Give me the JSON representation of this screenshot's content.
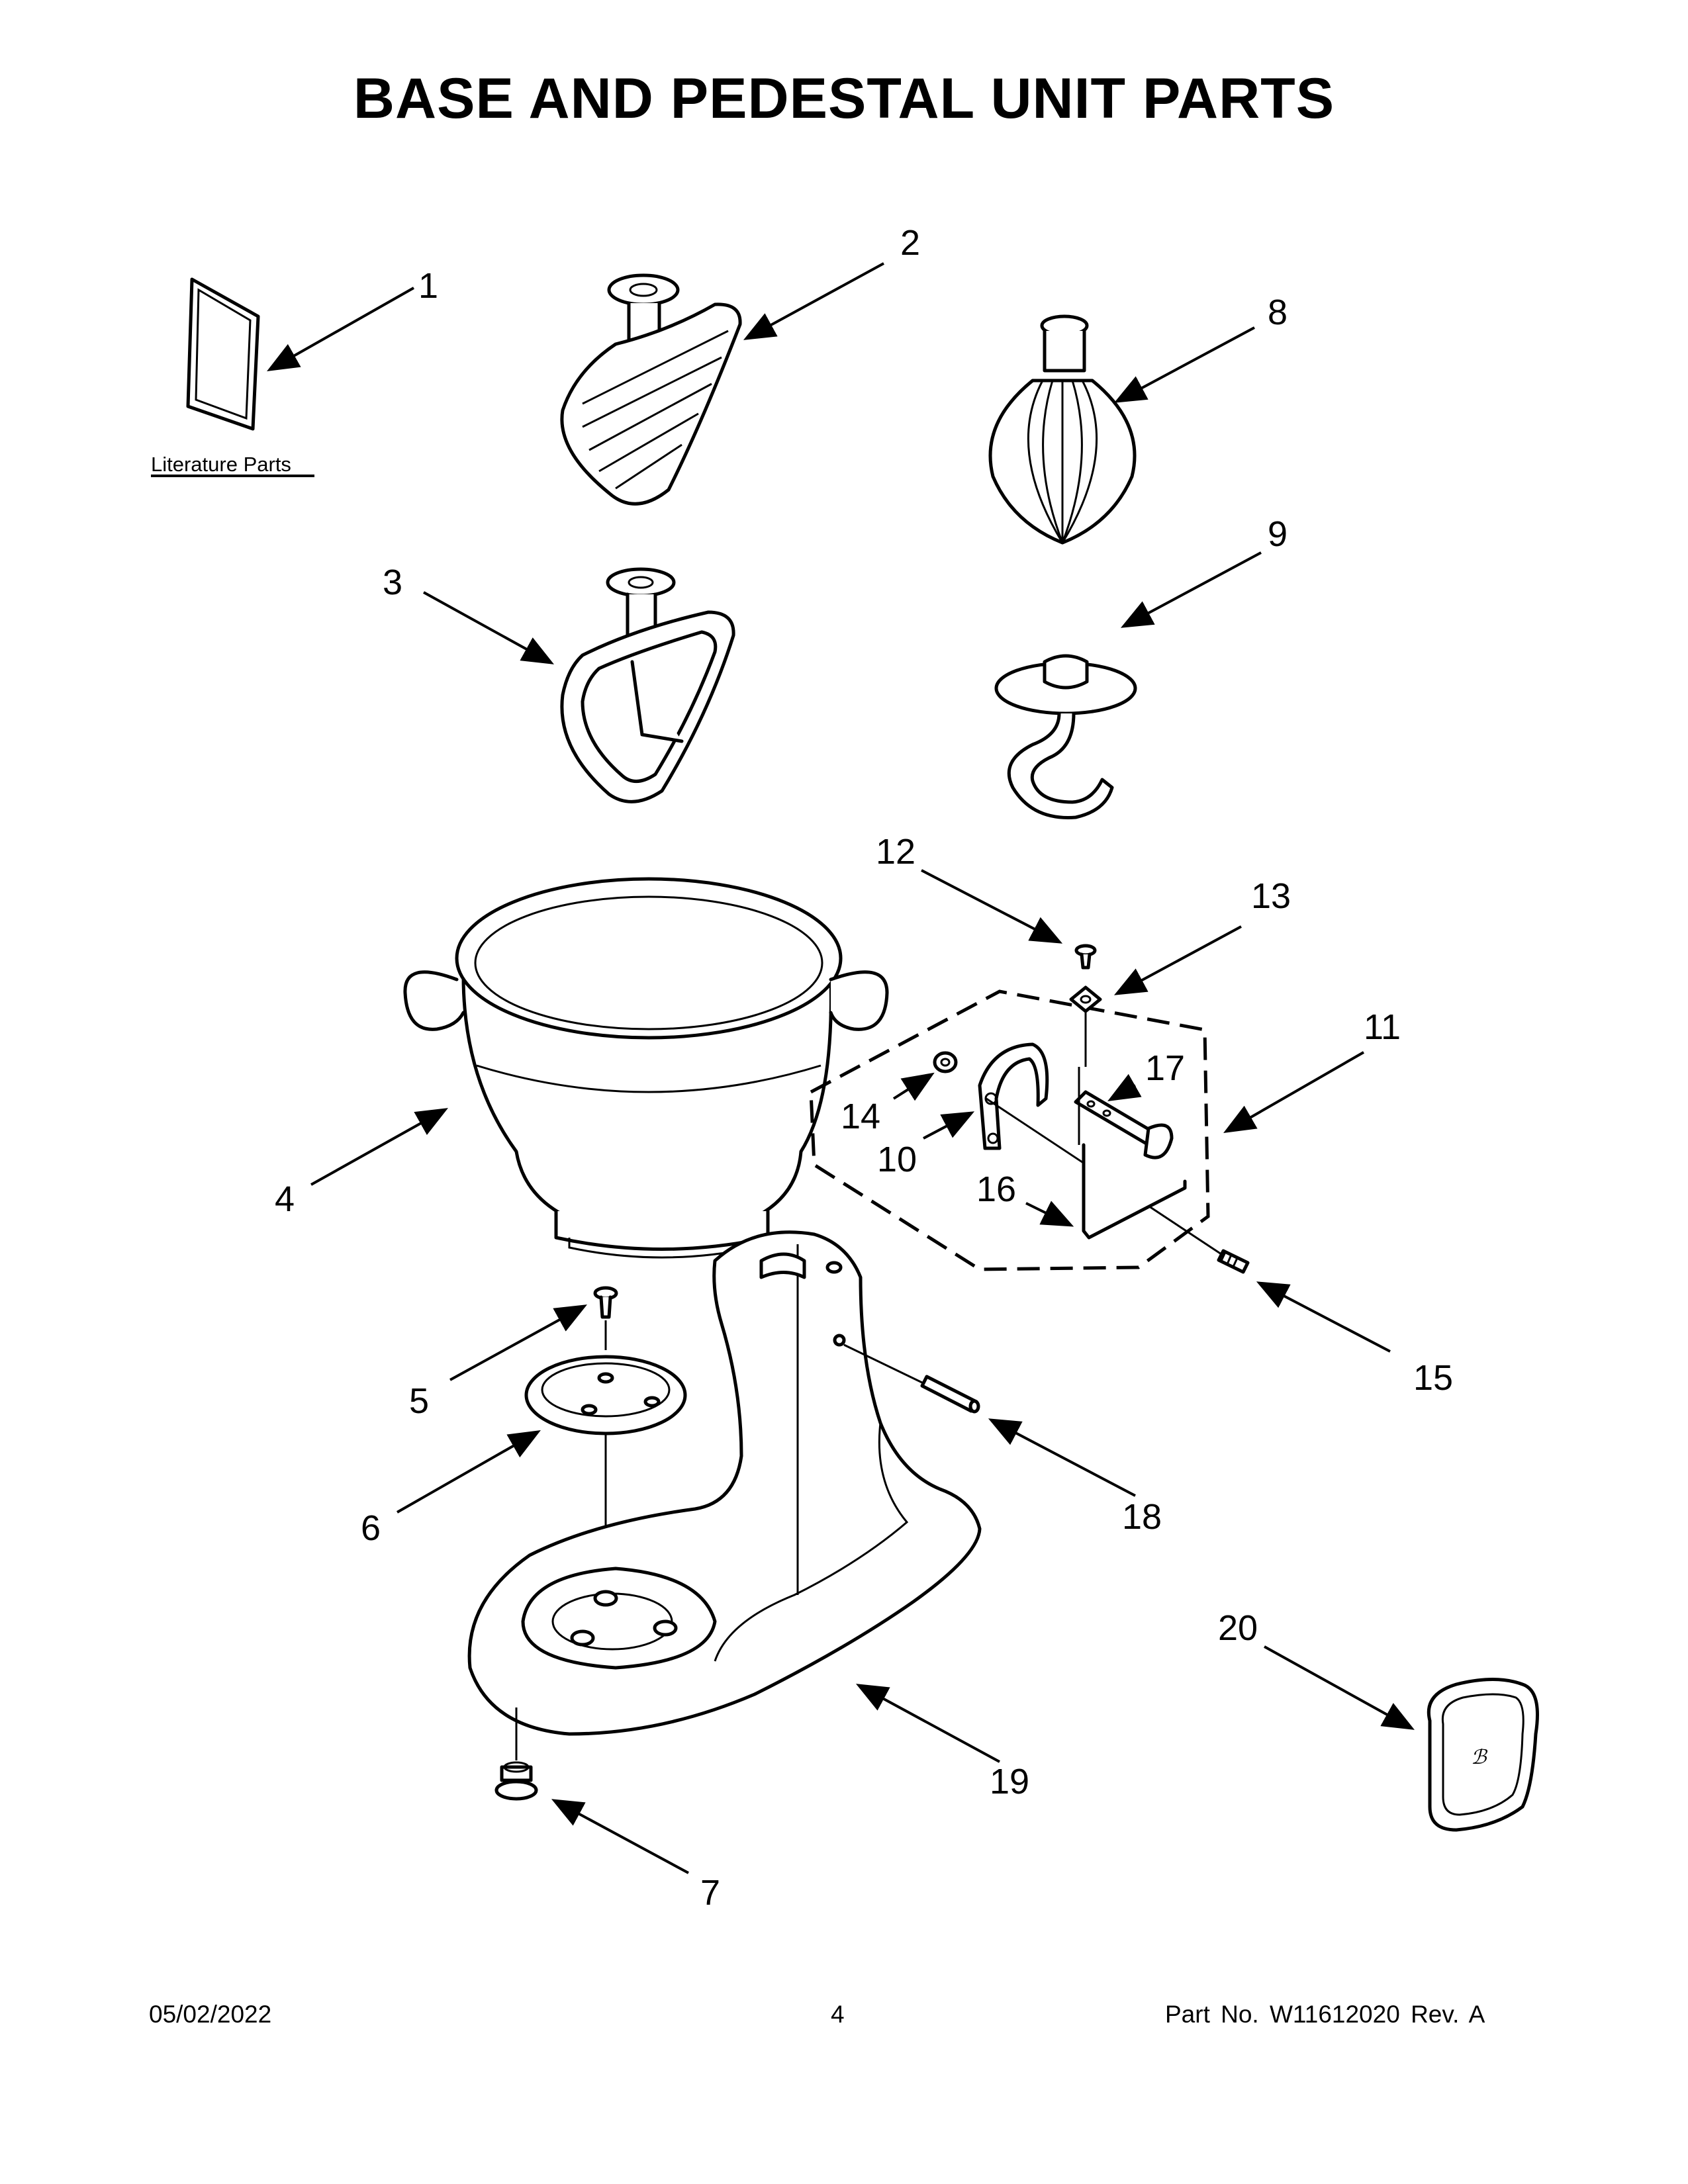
{
  "title": "BASE AND PEDESTAL UNIT PARTS",
  "literature_label": "Literature Parts",
  "callouts": {
    "c1": "1",
    "c2": "2",
    "c3": "3",
    "c4": "4",
    "c5": "5",
    "c6": "6",
    "c7": "7",
    "c8": "8",
    "c9": "9",
    "c10": "10",
    "c11": "11",
    "c12": "12",
    "c13": "13",
    "c14": "14",
    "c15": "15",
    "c16": "16",
    "c17": "17",
    "c18": "18",
    "c19": "19",
    "c20": "20"
  },
  "footer": {
    "date": "05/02/2022",
    "page": "4",
    "part": "Part No.  W11612020  Rev.  A"
  }
}
